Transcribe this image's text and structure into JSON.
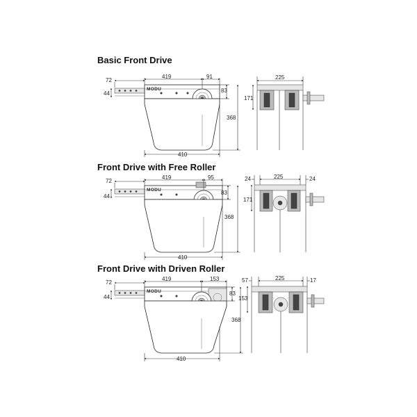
{
  "sections": [
    {
      "id": "basic-front-drive",
      "title": "Basic Front Drive",
      "logo": "MODU",
      "dims": {
        "left_ext": "72",
        "height_small": "44",
        "length": "419",
        "right": "91",
        "drive_height": "83",
        "total_height": "368",
        "bottom": "410",
        "side_width": "225",
        "side_height": "171"
      }
    },
    {
      "id": "front-drive-with-free-roller",
      "title": "Front Drive with Free Roller",
      "logo": "MODU",
      "dims": {
        "left_ext": "72",
        "height_small": "44",
        "length": "419",
        "right": "95",
        "drive_height": "83",
        "total_height": "368",
        "bottom": "410",
        "side_width": "225",
        "side_height": "171",
        "side_left": "24",
        "side_right": "24"
      }
    },
    {
      "id": "front-drive-with-driven-roller",
      "title": "Front Drive with Driven Roller",
      "logo": "MODU",
      "dims": {
        "left_ext": "72",
        "height_small": "44",
        "length": "419",
        "right": "153",
        "drive_height": "83",
        "total_height": "368",
        "bottom": "410",
        "side_width": "225",
        "side_height": "153",
        "side_left": "57",
        "side_right": "17"
      }
    }
  ]
}
